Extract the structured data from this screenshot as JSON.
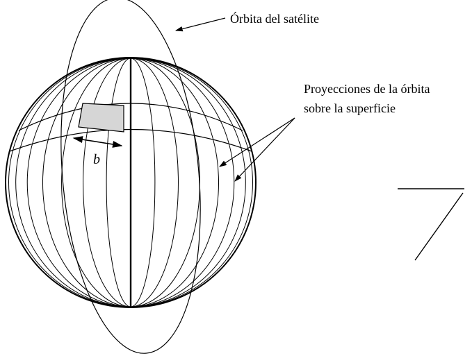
{
  "labels": {
    "orbit": "Órbita del satélite",
    "projections_line1": "Proyecciones de la órbita",
    "projections_line2": "sobre la superficie",
    "swath": "b"
  }
}
